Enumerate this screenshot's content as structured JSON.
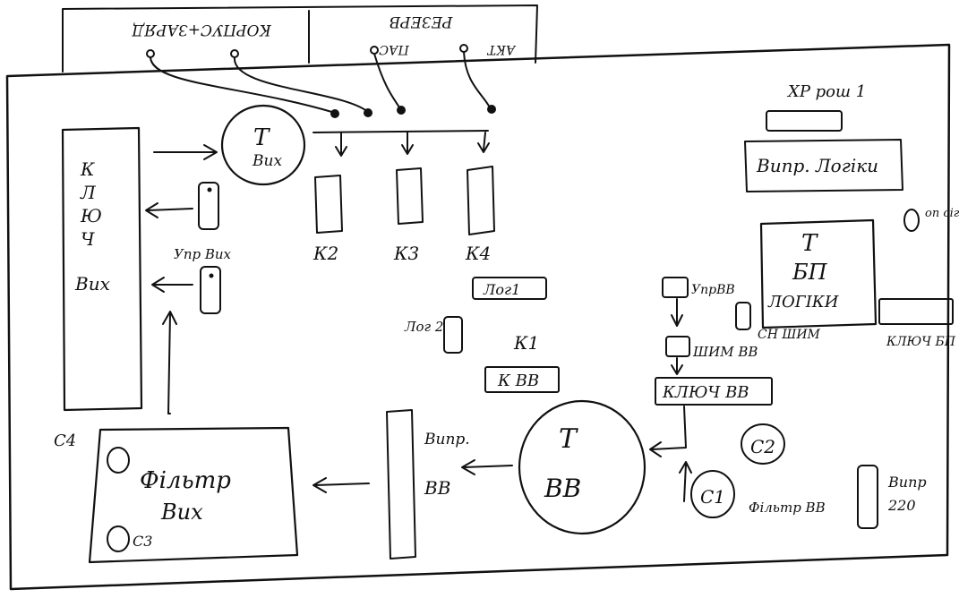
{
  "top_panel": {
    "left_label": "КОРПУС+ЗАРЯД",
    "right_label": "РЕЗЕРВ",
    "sub_label_1": "АКТ",
    "sub_label_2": "ПАС"
  },
  "key_out": {
    "letters": [
      "К",
      "Л",
      "Ю",
      "Ч"
    ],
    "label": "Вих"
  },
  "transformers": {
    "out": "Вих",
    "vv": "ВВ",
    "psu": "БП"
  },
  "labels": {
    "upr_out": "Упр Вих",
    "k2": "К2",
    "k3": "К3",
    "k4": "К4",
    "xp_row": "XP рош 1",
    "vypr_logic": "Випр. Логіки",
    "opt_sig": "оп сіг",
    "psu_logic_sub": "ЛОГІКИ",
    "upr_vv": "УпрВВ",
    "shim_vv": "ШИМ ВВ",
    "cn_shim": "СН ШИМ",
    "k_psu_log": "КЛЮЧ БП лог",
    "log1": "Лог1",
    "log2": "Лог 2",
    "k1": "К1",
    "k_vv": "К ВВ",
    "key_vv": "КЛЮЧ ВВ",
    "c4": "С4",
    "c3": "С3",
    "c2": "С2",
    "c1": "С1",
    "filter_out_1": "Фільтр",
    "filter_out_2": "Вих",
    "vypr_vv_1": "Випр.",
    "vypr_vv_2": "ВВ",
    "filter_vv": "Фільтр ВВ",
    "vypr_220_1": "Випр",
    "vypr_220_2": "220"
  },
  "colors": {
    "ink": "#111111",
    "paper": "#ffffff"
  }
}
